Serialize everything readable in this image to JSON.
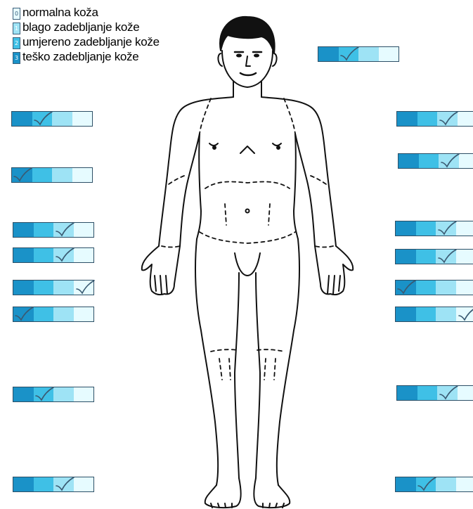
{
  "legend": {
    "items": [
      {
        "level": "0",
        "label": "normalna koža"
      },
      {
        "level": "1",
        "label": "blago zadebljanje kože"
      },
      {
        "level": "2",
        "label": "umjereno zadebljanje kože"
      },
      {
        "level": "3",
        "label": "teško zadebljanje kože"
      }
    ]
  },
  "colors": {
    "level_0": "#e6fbff",
    "level_1": "#9ee3f5",
    "level_2": "#3fc0e6",
    "level_3": "#1a92c8",
    "check": "#3a5a72"
  },
  "scales": [
    {
      "region": "face",
      "selected_level": 2
    },
    {
      "region": "right-upper-arm",
      "selected_level": 2
    },
    {
      "region": "left-upper-arm",
      "selected_level": 1
    },
    {
      "region": "right-forearm",
      "selected_level": 3
    },
    {
      "region": "left-forearm",
      "selected_level": 1
    },
    {
      "region": "right-hand",
      "selected_level": 1
    },
    {
      "region": "left-hand",
      "selected_level": 1
    },
    {
      "region": "right-fingers",
      "selected_level": 1
    },
    {
      "region": "left-fingers",
      "selected_level": 1
    },
    {
      "region": "chest",
      "selected_level": 0
    },
    {
      "region": "abdomen",
      "selected_level": 3
    },
    {
      "region": "right-thigh",
      "selected_level": 3
    },
    {
      "region": "left-thigh",
      "selected_level": 0
    },
    {
      "region": "right-leg",
      "selected_level": 2
    },
    {
      "region": "left-leg",
      "selected_level": 1
    },
    {
      "region": "right-foot",
      "selected_level": 1
    },
    {
      "region": "left-foot",
      "selected_level": 2
    }
  ]
}
